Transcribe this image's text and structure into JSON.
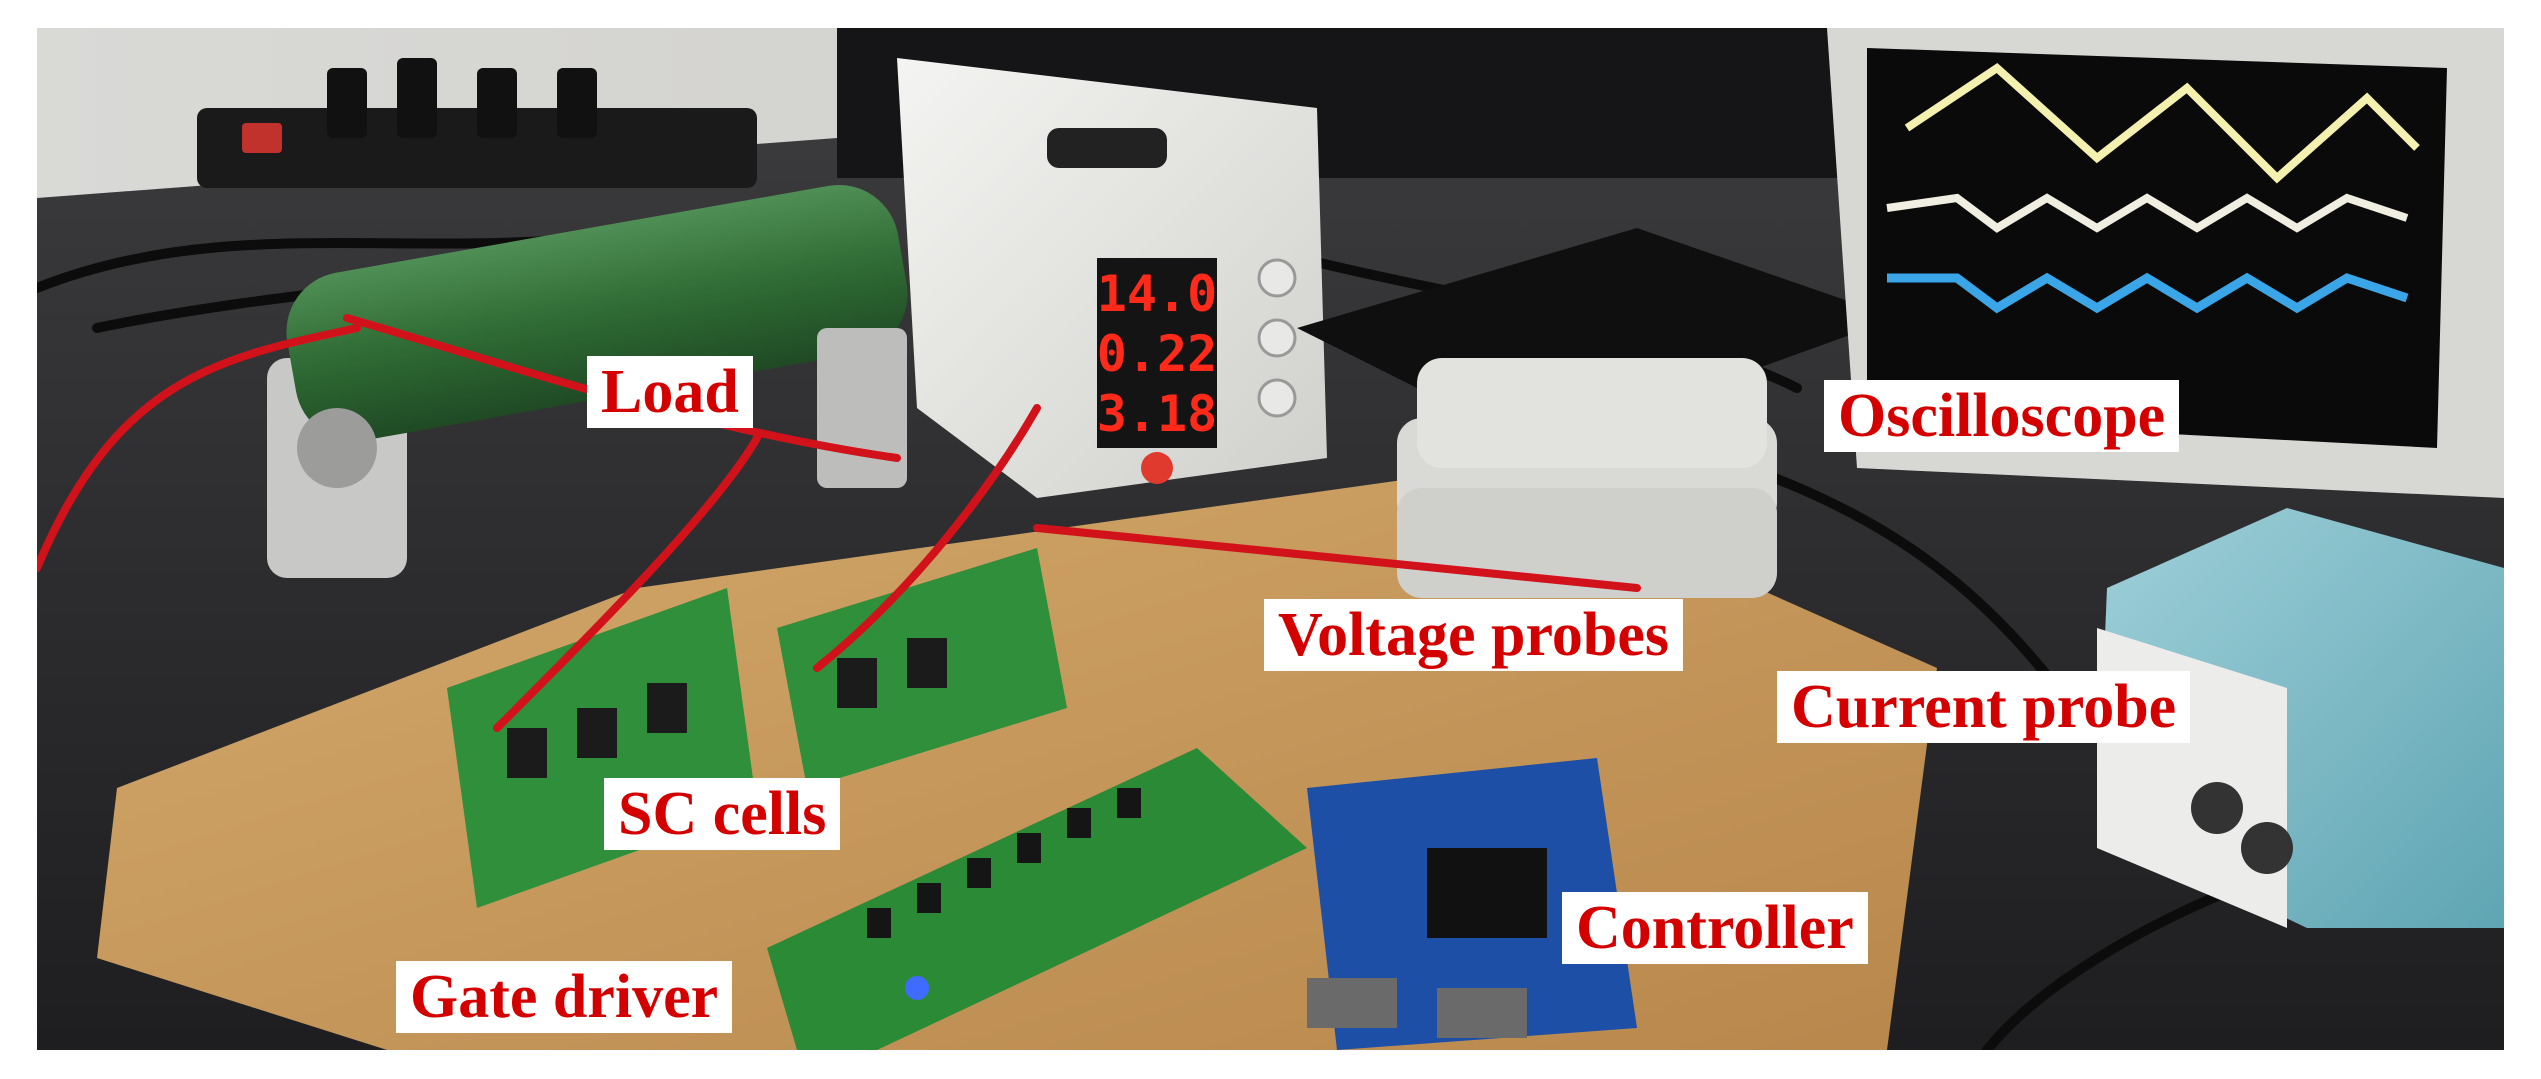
{
  "labels": {
    "load": "Load",
    "oscilloscope": "Oscilloscope",
    "voltage_probes": "Voltage probes",
    "current_probe": "Current probe",
    "sc_cells": "SC cells",
    "controller": "Controller",
    "gate_driver": "Gate driver"
  },
  "power_supply_display": {
    "voltage": "14.0",
    "current": "0.22",
    "power": "3.18"
  },
  "colors": {
    "label_text": "#d40000",
    "label_background": "#ffffff",
    "pcb_green": "#2f8f3a",
    "resistor_green": "#2f6b34",
    "cardboard": "#c99a5c",
    "bench": "#2a2a2a"
  }
}
